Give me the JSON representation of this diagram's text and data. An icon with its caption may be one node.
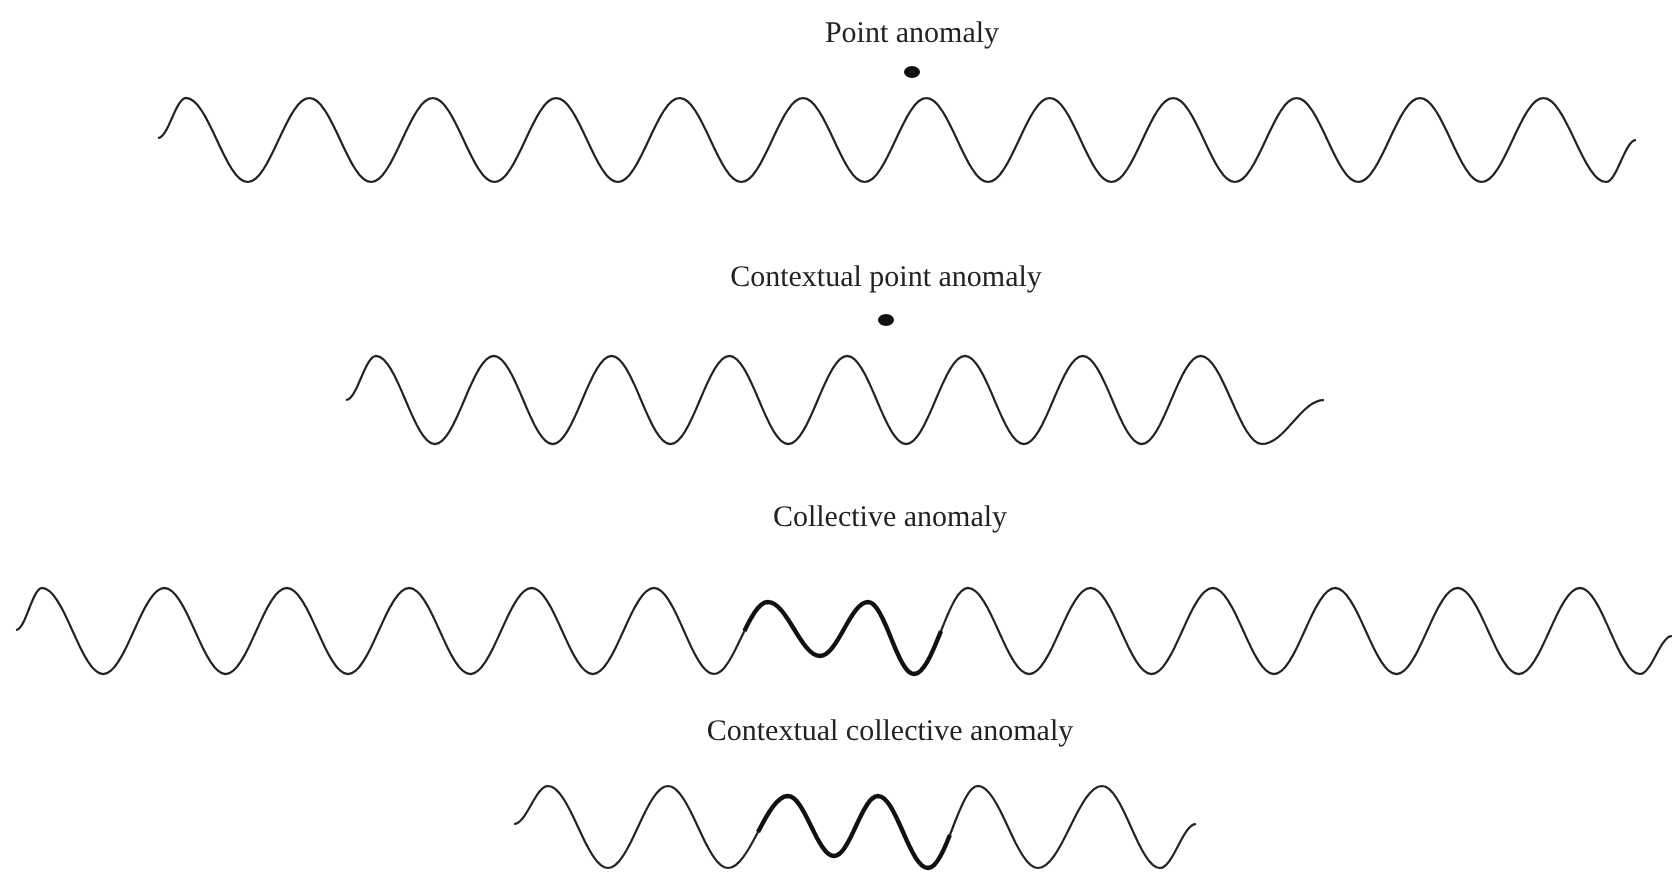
{
  "diagram": {
    "labels": [
      "Point anomaly",
      "Contextual point anomaly",
      "Collective anomaly",
      "Contextual collective anomaly"
    ]
  }
}
